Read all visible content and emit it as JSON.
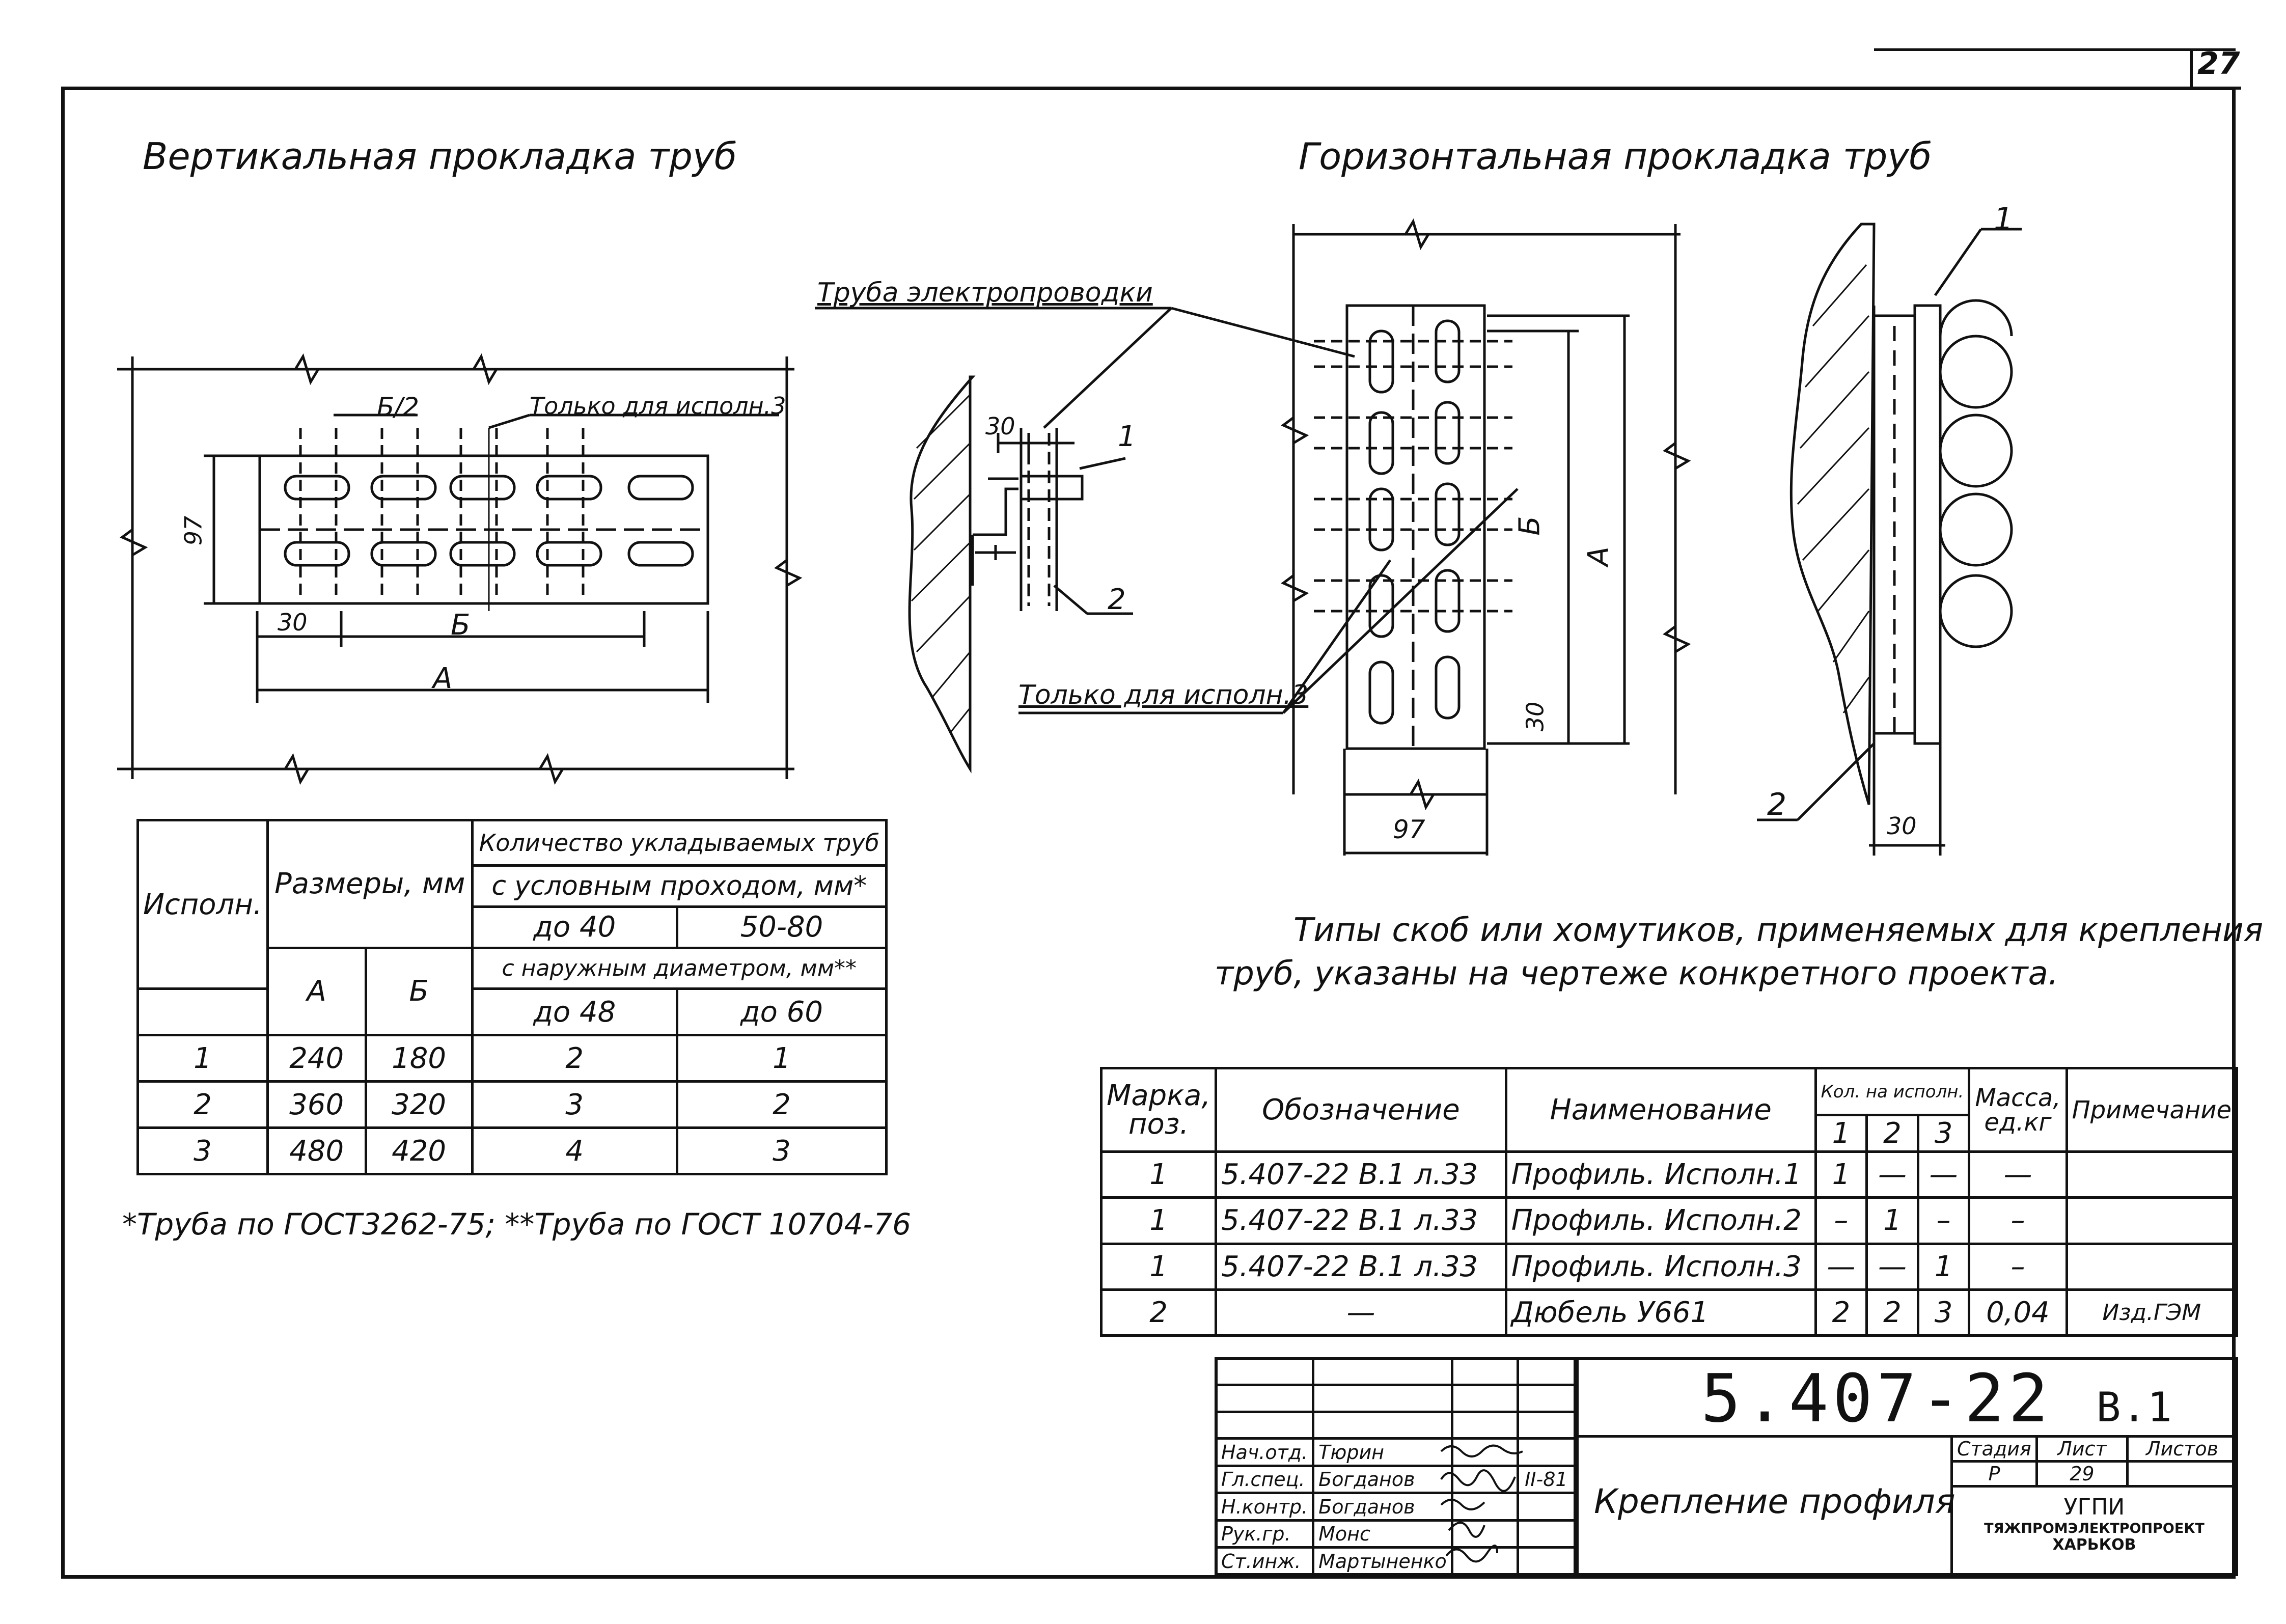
{
  "sheet": {
    "page_number": "27",
    "title_vertical": "Вертикальная прокладка труб",
    "title_horizontal": "Горизонтальная прокладка труб"
  },
  "drawing_labels": {
    "b_half": "Б/2",
    "only_exec3": "Только для исполн.3",
    "dim_97": "97",
    "dim_30": "30",
    "dim_B": "Б",
    "dim_A": "А",
    "pipe_label": "Труба электропроводки",
    "callout_1": "1",
    "callout_2": "2",
    "only_exec3_side": "Только для исполн.3"
  },
  "dims_table": {
    "header_ispoln": "Исполн.",
    "header_sizes": "Размеры, мм",
    "header_qty": "Количество укладываемых труб",
    "header_cond": "с условным проходом, мм*",
    "cond_1": "до 40",
    "cond_2": "50-80",
    "header_outer": "с наружным диаметром, мм**",
    "outer_1": "до 48",
    "outer_2": "до 60",
    "col_A": "А",
    "col_B": "Б",
    "rows": [
      {
        "isp": "1",
        "a": "240",
        "b": "180",
        "q1": "2",
        "q2": "1"
      },
      {
        "isp": "2",
        "a": "360",
        "b": "320",
        "q1": "3",
        "q2": "2"
      },
      {
        "isp": "3",
        "a": "480",
        "b": "420",
        "q1": "4",
        "q2": "3"
      }
    ]
  },
  "footnote": "*Труба по ГОСТ3262-75; **Труба по ГОСТ 10704-76",
  "note": {
    "line1": "Типы скоб или хомутиков, применяемых для крепления",
    "line2": "труб, указаны на чертеже конкретного проекта."
  },
  "spec_table": {
    "h_marka": "Марка, поз.",
    "h_oboz": "Обозначение",
    "h_naim": "Наименование",
    "h_kol": "Кол. на исполн.",
    "k1": "1",
    "k2": "2",
    "k3": "3",
    "h_massa": "Масса, ед.кг",
    "h_prim": "Примечание",
    "rows": [
      {
        "m": "1",
        "o": "5.407-22 В.1 л.33",
        "n": "Профиль. Исполн.1",
        "c1": "1",
        "c2": "—",
        "c3": "—",
        "mass": "—",
        "p": ""
      },
      {
        "m": "1",
        "o": "5.407-22 В.1 л.33",
        "n": "Профиль. Исполн.2",
        "c1": "–",
        "c2": "1",
        "c3": "–",
        "mass": "–",
        "p": ""
      },
      {
        "m": "1",
        "o": "5.407-22 В.1 л.33",
        "n": "Профиль. Исполн.3",
        "c1": "—",
        "c2": "—",
        "c3": "1",
        "mass": "–",
        "p": ""
      },
      {
        "m": "2",
        "o": "—",
        "n": "Дюбель У661",
        "c1": "2",
        "c2": "2",
        "c3": "3",
        "mass": "0,04",
        "p": "Изд.ГЭМ"
      }
    ]
  },
  "title_block": {
    "doc_code": "5.407-22",
    "doc_vol": "В.1",
    "name": "Крепление профиля",
    "stadia_h": "Стадия",
    "list_h": "Лист",
    "listov_h": "Листов",
    "stadia": "Р",
    "list": "29",
    "listov": "",
    "org1": "УГПИ",
    "org2": "ТЯЖПРОМЭЛЕКТРОПРОЕКТ",
    "org3": "ХАРЬКОВ",
    "date": "II-81",
    "people": [
      {
        "role": "Нач.отд.",
        "name": "Тюрин"
      },
      {
        "role": "Гл.спец.",
        "name": "Богданов"
      },
      {
        "role": "Н.контр.",
        "name": "Богданов"
      },
      {
        "role": "Рук.гр.",
        "name": "Монс"
      },
      {
        "role": "Ст.инж.",
        "name": "Мартыненко"
      }
    ]
  }
}
